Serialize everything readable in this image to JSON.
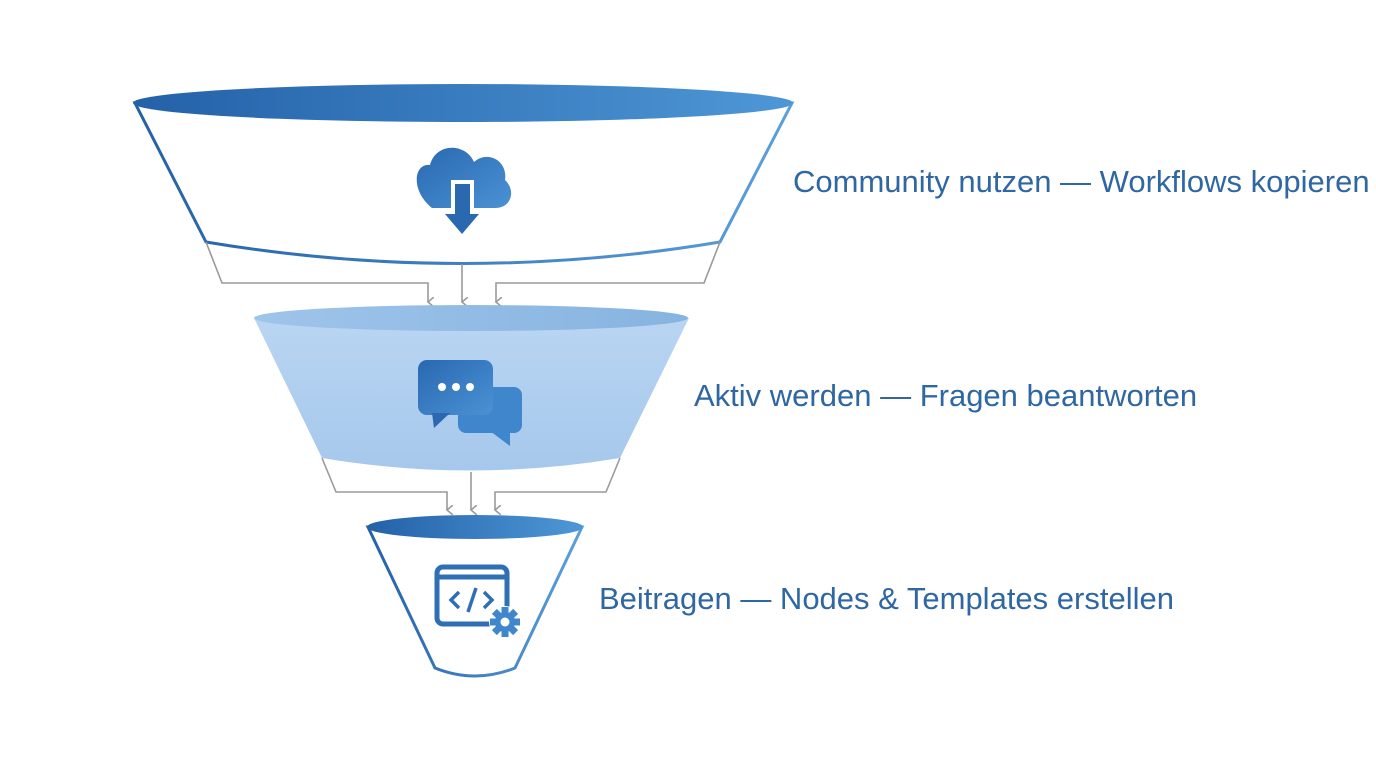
{
  "funnel": {
    "stages": [
      {
        "label": "Community nutzen — Workflows kopieren",
        "icon": "cloud-download-icon"
      },
      {
        "label": "Aktiv werden — Fragen beantworten",
        "icon": "chat-bubbles-icon"
      },
      {
        "label": "Beitragen — Nodes & Templates erstellen",
        "icon": "code-gear-icon"
      }
    ]
  },
  "colors": {
    "dark_blue": "#2461a8",
    "mid_blue": "#3f86cc",
    "light_blue": "#4e97d6",
    "pale_fill": "#aacbee",
    "pale_top": "#8db8e2",
    "label_text": "#2f67a3",
    "connector_gray": "#9a9a9a"
  }
}
